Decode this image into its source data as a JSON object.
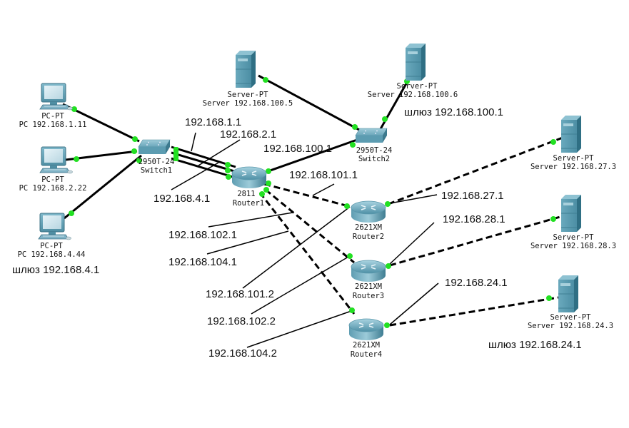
{
  "colors": {
    "link": "#000000",
    "port_up": "#22e022",
    "device_body": "#5a9bb0",
    "device_dark": "#2f6f84",
    "background": "#ffffff"
  },
  "devices": {
    "pc1": {
      "model": "PC-PT",
      "name": "PC 192.168.1.11"
    },
    "pc2": {
      "model": "PC-PT",
      "name": "PC 192.168.2.22"
    },
    "pc3": {
      "model": "PC-PT",
      "name": "PC 192.168.4.44",
      "gateway": "шлюз 192.168.4.1"
    },
    "switch1": {
      "model": "2950T-24",
      "name": "Switch1"
    },
    "switch2": {
      "model": "2950T-24",
      "name": "Switch2"
    },
    "router1": {
      "model": "2811",
      "name": "Router1"
    },
    "router2": {
      "model": "2621XM",
      "name": "Router2"
    },
    "router3": {
      "model": "2621XM",
      "name": "Router3"
    },
    "router4": {
      "model": "2621XM",
      "name": "Router4"
    },
    "server5": {
      "model": "Server-PT",
      "name": "Server 192.168.100.5"
    },
    "server6": {
      "model": "Server-PT",
      "name": "Server 192.168.100.6",
      "gateway": "шлюз 192.168.100.1"
    },
    "server27": {
      "model": "Server-PT",
      "name": "Server 192.168.27.3"
    },
    "server28": {
      "model": "Server-PT",
      "name": "Server 192.168.28.3"
    },
    "server24": {
      "model": "Server-PT",
      "name": "Server 192.168.24.3",
      "gateway": "шлюз 192.168.24.1"
    }
  },
  "ip_labels": {
    "r1_g1": "192.168.1.1",
    "r1_g2": "192.168.2.1",
    "r1_g4": "192.168.4.1",
    "r1_g100": "192.168.100.1",
    "r1_s101": "192.168.101.1",
    "r1_s102": "192.168.102.1",
    "r1_s104": "192.168.104.1",
    "r2_s101": "192.168.101.2",
    "r3_s102": "192.168.102.2",
    "r4_s104": "192.168.104.2",
    "r2_27": "192.168.27.1",
    "r3_28": "192.168.28.1",
    "r4_24": "192.168.24.1"
  }
}
